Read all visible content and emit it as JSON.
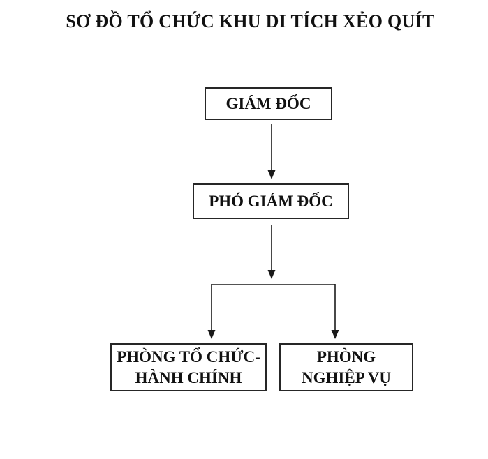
{
  "title": "SƠ ĐỒ TỔ CHỨC KHU DI TÍCH XẺO QUÍT",
  "nodes": {
    "director": {
      "label": "GIÁM ĐỐC"
    },
    "deputy_director": {
      "label": "PHÓ GIÁM ĐỐC"
    },
    "admin_dept": {
      "line1": "PHÒNG TỔ CHỨC-",
      "line2": "HÀNH CHÍNH"
    },
    "professional_dept": {
      "line1": "PHÒNG",
      "line2": "NGHIỆP VỤ"
    }
  },
  "colors": {
    "text": "#111111",
    "box_border": "#262626",
    "connector": "#1a1a1a",
    "background": "#ffffff"
  },
  "diagram": {
    "type": "org-chart",
    "edges": [
      {
        "from": "director",
        "to": "deputy_director",
        "style": "arrow-down"
      },
      {
        "from": "deputy_director",
        "to": "admin_dept",
        "style": "arrow-down-branch"
      },
      {
        "from": "deputy_director",
        "to": "professional_dept",
        "style": "arrow-down-branch"
      }
    ]
  }
}
